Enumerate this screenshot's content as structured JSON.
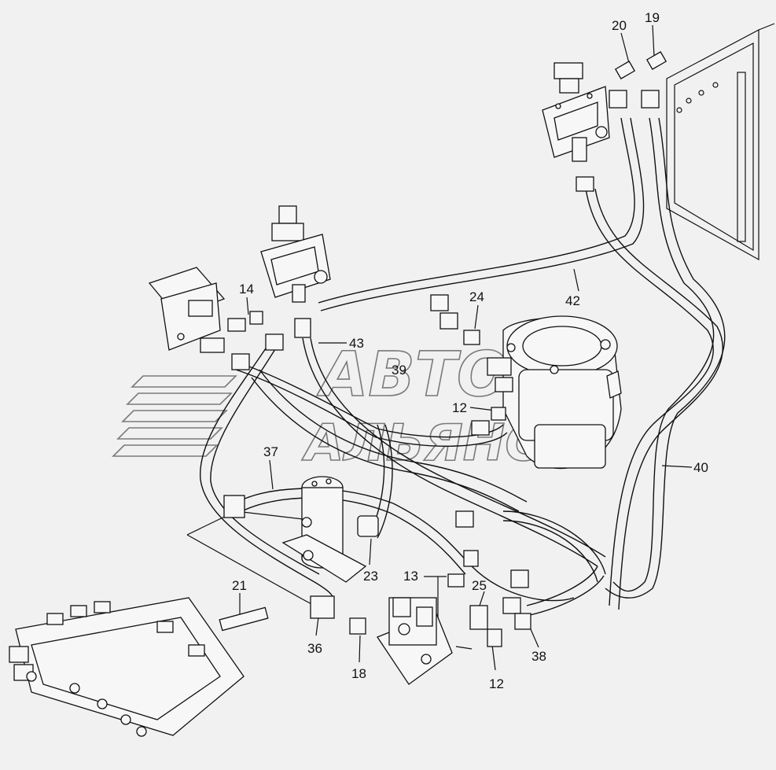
{
  "watermark": {
    "line1": "АВТО",
    "line2": "АЛЬЯНС"
  },
  "callouts": {
    "c20": "20",
    "c19": "19",
    "c14": "14",
    "c24": "24",
    "c42": "42",
    "c43": "43",
    "c39": "39",
    "c12a": "12",
    "c37": "37",
    "c40": "40",
    "c23": "23",
    "c13": "13",
    "c25": "25",
    "c21": "21",
    "c36": "36",
    "c18": "18",
    "c12b": "12",
    "c38": "38"
  }
}
